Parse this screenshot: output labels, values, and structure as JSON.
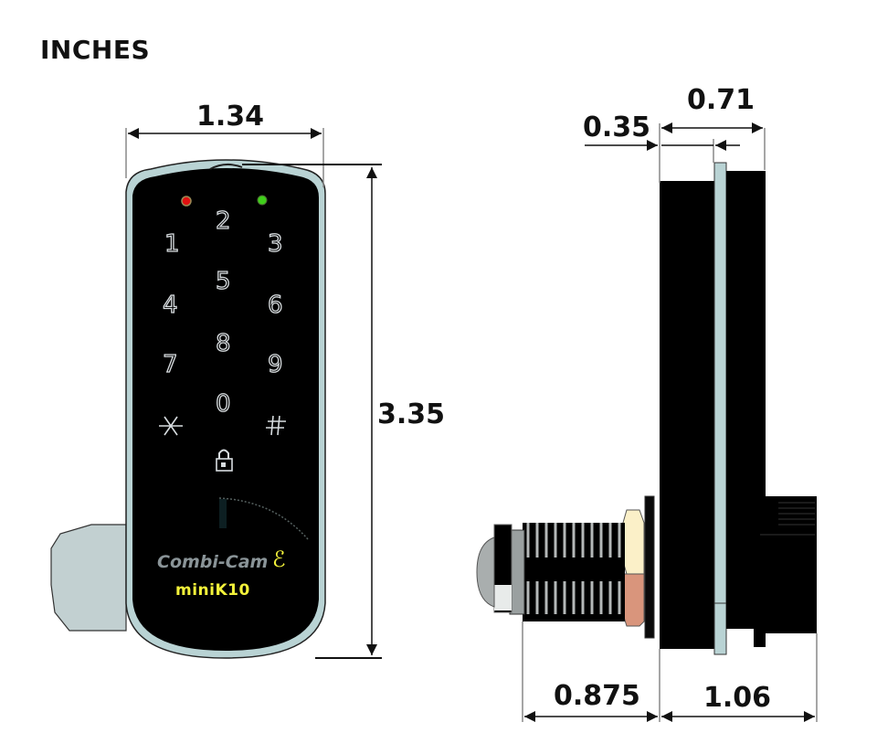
{
  "drawing": {
    "units_label": "INCHES",
    "subject": "Keypad cam lock dimension drawing",
    "front_view": {
      "width_label": "1.34",
      "height_label": "3.35",
      "keypad_keys": [
        "1",
        "2",
        "3",
        "4",
        "5",
        "6",
        "7",
        "8",
        "9",
        "✱",
        "0",
        "#"
      ],
      "lock_icon": "padlock-icon",
      "led_indicators": [
        {
          "name": "red-led",
          "color": "#e01010"
        },
        {
          "name": "green-led",
          "color": "#3fd01a"
        }
      ],
      "brand_text": "Combi-Cam",
      "brand_mark": "ℰ",
      "model_text": "miniK10"
    },
    "side_view": {
      "plate_offset_label": "0.35",
      "top_depth_label": "0.71",
      "cylinder_length_label": "0.875",
      "body_depth_label": "1.06"
    },
    "colors": {
      "body": "#000000",
      "trim": "#b9d3d4",
      "cam": "#c2d0d1",
      "nut_top": "#fbf0c8",
      "nut_bottom": "#d9957c",
      "model_text": "#f3f23a",
      "brand_text": "#8a9498"
    }
  }
}
